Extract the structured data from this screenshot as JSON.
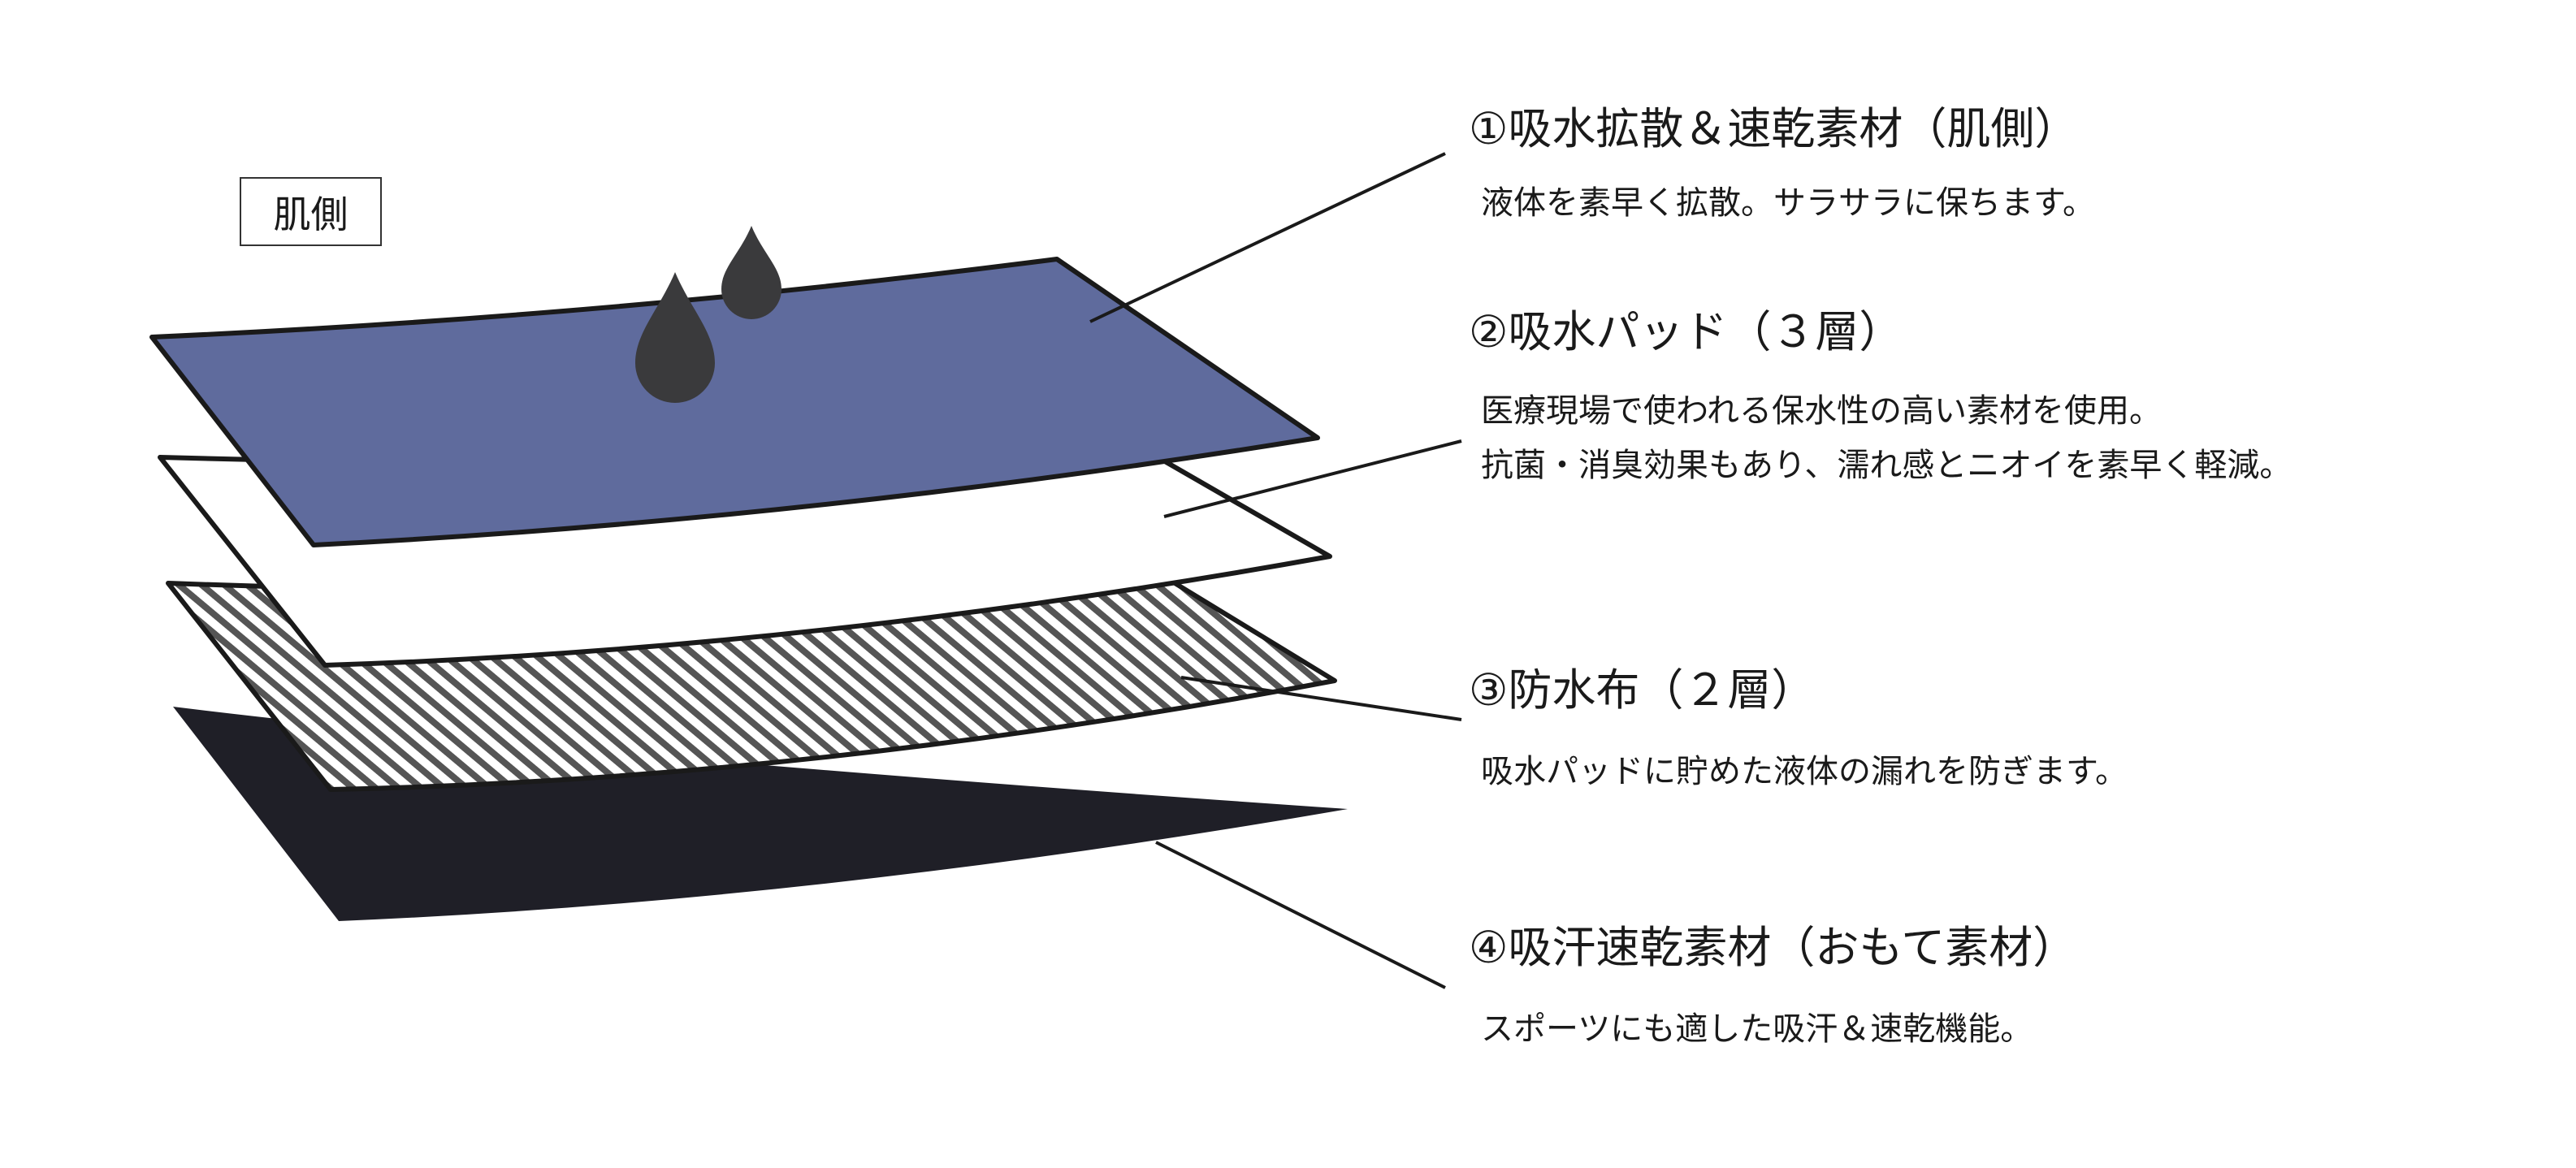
{
  "skin_side_label": "肌側",
  "colors": {
    "top_layer": "#5f6b9d",
    "bottom_layer": "#1f1f27",
    "drop": "#3a3a3c",
    "outline": "#1a1a1a"
  },
  "layers": [
    {
      "title": "①吸水拡散＆速乾素材（肌側）",
      "description": [
        "液体を素早く拡散。サラサラに保ちます。"
      ]
    },
    {
      "title": "②吸水パッド（３層）",
      "description": [
        "医療現場で使われる保水性の高い素材を使用。",
        "抗菌・消臭効果もあり、濡れ感とニオイを素早く軽減。"
      ]
    },
    {
      "title": "③防水布（２層）",
      "description": [
        "吸水パッドに貯めた液体の漏れを防ぎます。"
      ]
    },
    {
      "title": "④吸汗速乾素材（おもて素材）",
      "description": [
        "スポーツにも適した吸汗＆速乾機能。"
      ]
    }
  ]
}
